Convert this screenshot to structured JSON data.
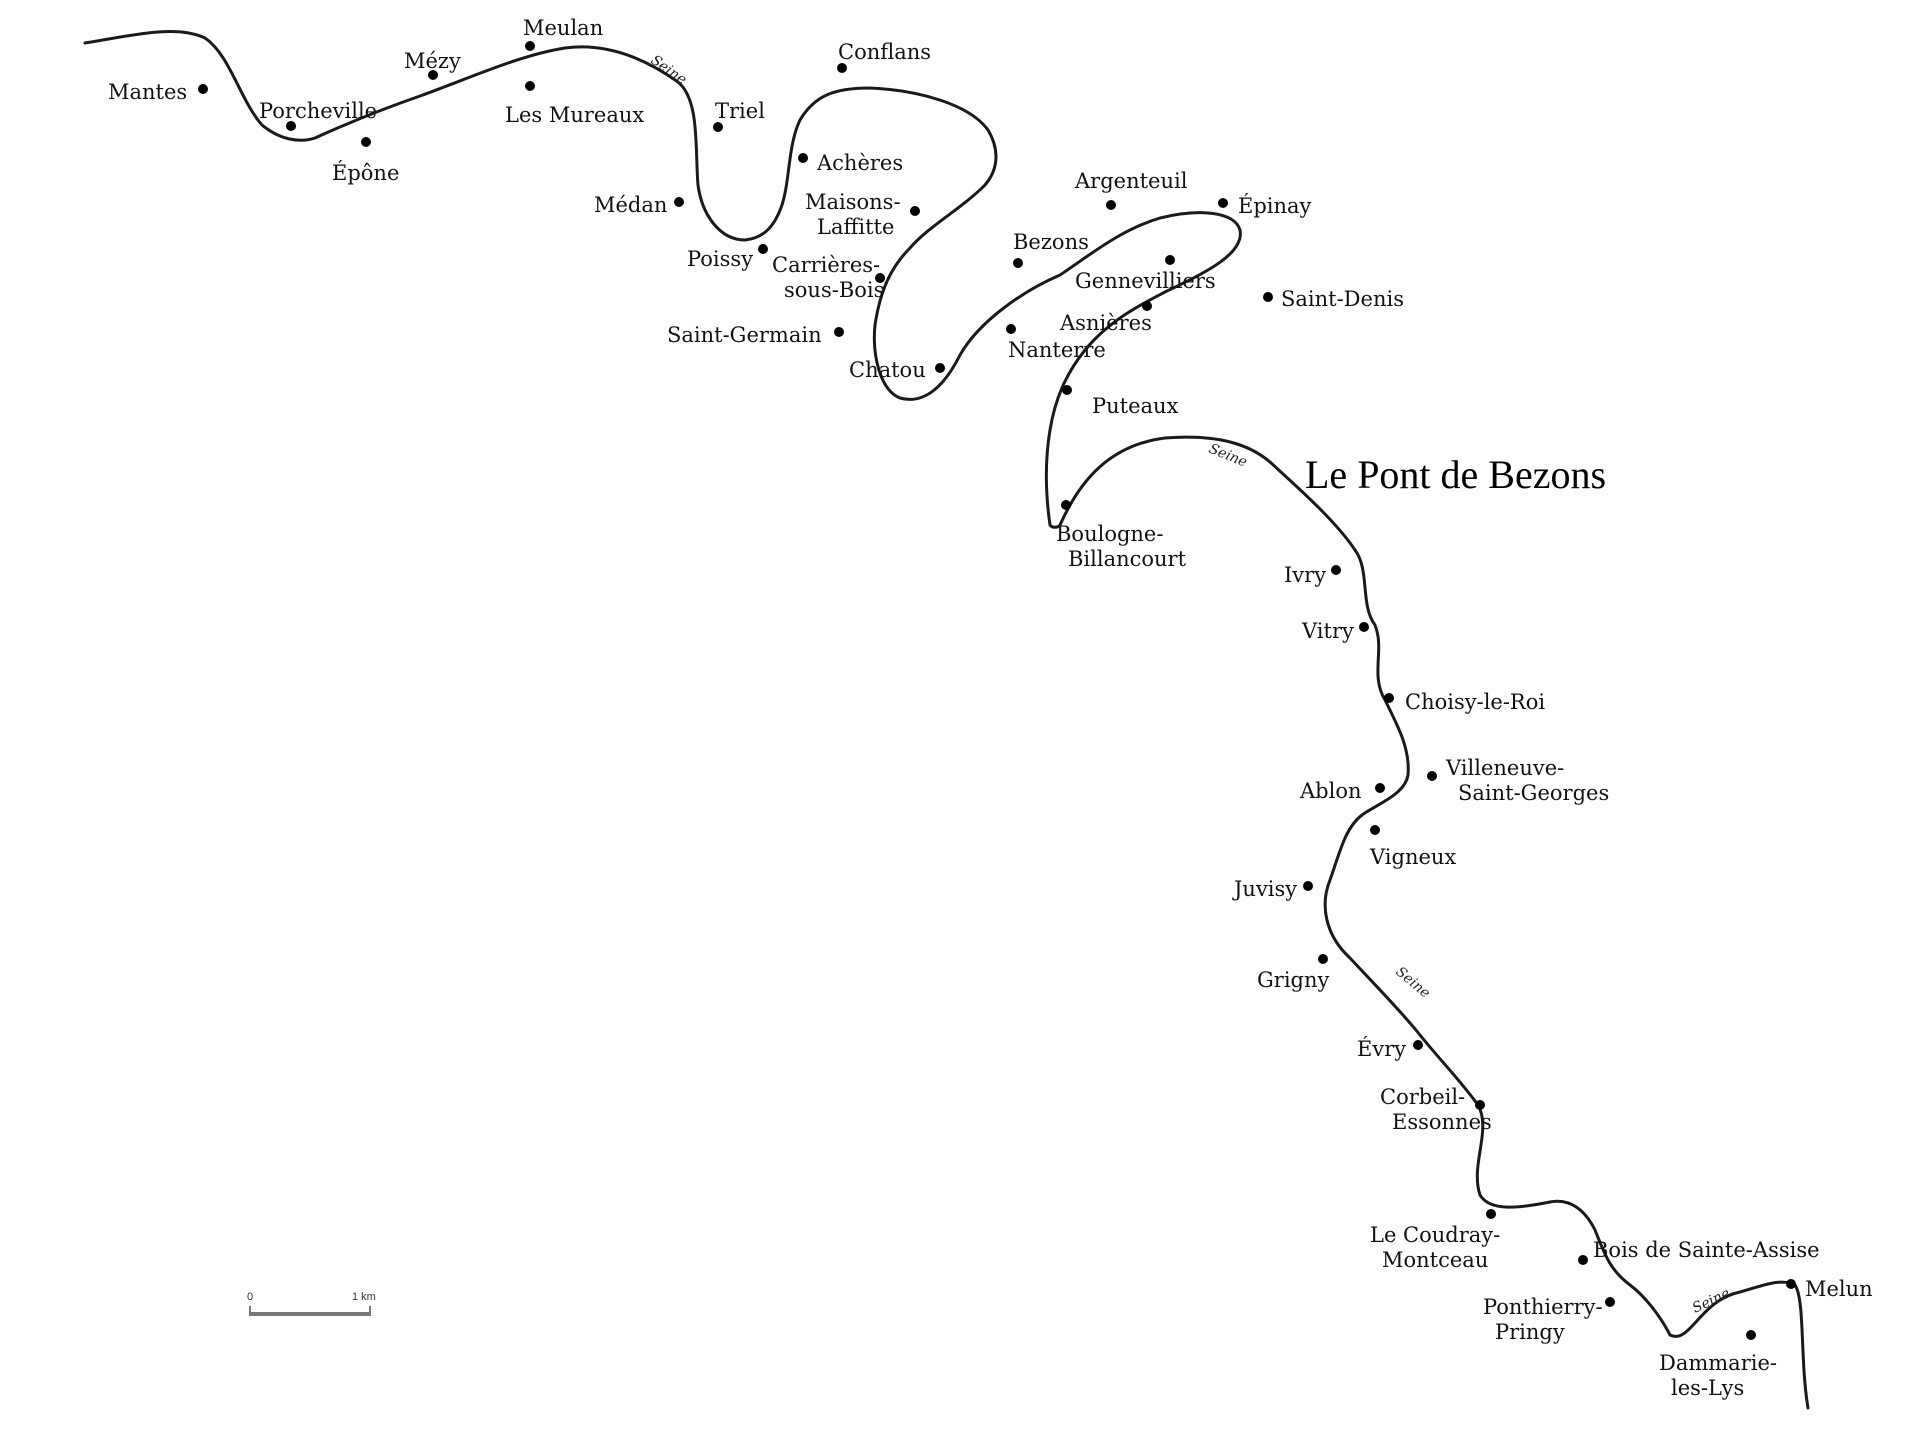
{
  "title": "Le Pont de Bezons",
  "river_name": "Seine",
  "scale": {
    "zero": "0",
    "distance": "1 km"
  },
  "colors": {
    "ink": "#111111",
    "background": "#ffffff"
  },
  "towns": [
    {
      "id": "mantes",
      "lines": [
        "Mantes"
      ]
    },
    {
      "id": "porcheville",
      "lines": [
        "Porcheville"
      ]
    },
    {
      "id": "epone",
      "lines": [
        "Épône"
      ]
    },
    {
      "id": "mezy",
      "lines": [
        "Mézy"
      ]
    },
    {
      "id": "meulan",
      "lines": [
        "Meulan"
      ]
    },
    {
      "id": "les-mureaux",
      "lines": [
        "Les Mureaux"
      ]
    },
    {
      "id": "triel",
      "lines": [
        "Triel"
      ]
    },
    {
      "id": "conflans",
      "lines": [
        "Conflans"
      ]
    },
    {
      "id": "acheres",
      "lines": [
        "Achères"
      ]
    },
    {
      "id": "medan",
      "lines": [
        "Médan"
      ]
    },
    {
      "id": "maisons-laffitte",
      "lines": [
        "Maisons-",
        "Laffitte"
      ]
    },
    {
      "id": "poissy",
      "lines": [
        "Poissy"
      ]
    },
    {
      "id": "carrieres-sous-bois",
      "lines": [
        "Carrières-",
        "sous-Bois"
      ]
    },
    {
      "id": "saint-germain",
      "lines": [
        "Saint-Germain"
      ]
    },
    {
      "id": "chatou",
      "lines": [
        "Chatou"
      ]
    },
    {
      "id": "argenteuil",
      "lines": [
        "Argenteuil"
      ]
    },
    {
      "id": "epinay",
      "lines": [
        "Épinay"
      ]
    },
    {
      "id": "bezons",
      "lines": [
        "Bezons"
      ]
    },
    {
      "id": "gennevilliers",
      "lines": [
        "Gennevilliers"
      ]
    },
    {
      "id": "saint-denis",
      "lines": [
        "Saint-Denis"
      ]
    },
    {
      "id": "asnieres",
      "lines": [
        "Asnières"
      ]
    },
    {
      "id": "nanterre",
      "lines": [
        "Nanterre"
      ]
    },
    {
      "id": "puteaux",
      "lines": [
        "Puteaux"
      ]
    },
    {
      "id": "boulogne-billancourt",
      "lines": [
        "Boulogne-",
        "Billancourt"
      ]
    },
    {
      "id": "ivry",
      "lines": [
        "Ivry"
      ]
    },
    {
      "id": "vitry",
      "lines": [
        "Vitry"
      ]
    },
    {
      "id": "choisy-le-roi",
      "lines": [
        "Choisy-le-Roi"
      ]
    },
    {
      "id": "ablon",
      "lines": [
        "Ablon"
      ]
    },
    {
      "id": "villeneuve-saint-georges",
      "lines": [
        "Villeneuve-",
        "Saint-Georges"
      ]
    },
    {
      "id": "vigneux",
      "lines": [
        "Vigneux"
      ]
    },
    {
      "id": "juvisy",
      "lines": [
        "Juvisy"
      ]
    },
    {
      "id": "grigny",
      "lines": [
        "Grigny"
      ]
    },
    {
      "id": "evry",
      "lines": [
        "Évry"
      ]
    },
    {
      "id": "corbeil-essonnes",
      "lines": [
        "Corbeil-",
        "Essonnes"
      ]
    },
    {
      "id": "le-coudray-montceau",
      "lines": [
        "Le Coudray-",
        "Montceau"
      ]
    },
    {
      "id": "bois-de-sainte-assise",
      "lines": [
        "Bois de Sainte-Assise"
      ]
    },
    {
      "id": "melun",
      "lines": [
        "Melun"
      ]
    },
    {
      "id": "ponthierry-pringy",
      "lines": [
        "Ponthierry-",
        "Pringy"
      ]
    },
    {
      "id": "dammarie-les-lys",
      "lines": [
        "Dammarie-",
        "les-Lys"
      ]
    }
  ]
}
